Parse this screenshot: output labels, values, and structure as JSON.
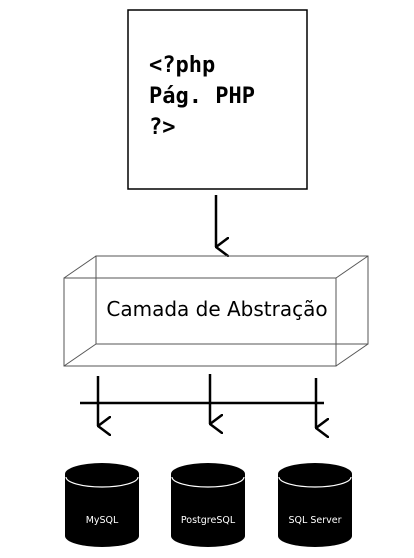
{
  "php_page": {
    "lines": [
      "<?php",
      "Pág. PHP",
      "?>"
    ]
  },
  "abstraction_layer": {
    "label": "Camada de Abstração"
  },
  "databases": [
    {
      "name": "MySQL"
    },
    {
      "name": "PostgreSQL"
    },
    {
      "name": "SQL Server"
    }
  ],
  "colors": {
    "stroke": "#000000",
    "layer_stroke": "#555555",
    "db_fill": "#000000",
    "db_text": "#ffffff",
    "background": "#ffffff"
  }
}
